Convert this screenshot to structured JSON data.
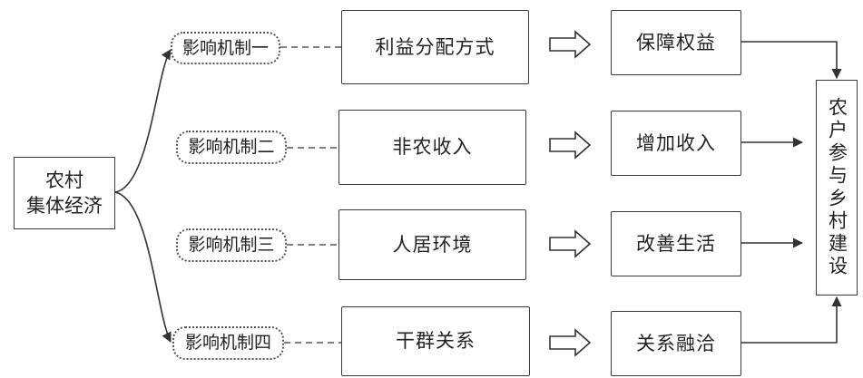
{
  "root": {
    "line1": "农村",
    "line2": "集体经济"
  },
  "mechanisms": [
    "影响机制一",
    "影响机制二",
    "影响机制三",
    "影响机制四"
  ],
  "factors": [
    "利益分配方式",
    "非农收入",
    "人居环境",
    "干群关系"
  ],
  "effects": [
    "保障权益",
    "增加收入",
    "改善生活",
    "关系融洽"
  ],
  "target": "农户参与乡村建设"
}
